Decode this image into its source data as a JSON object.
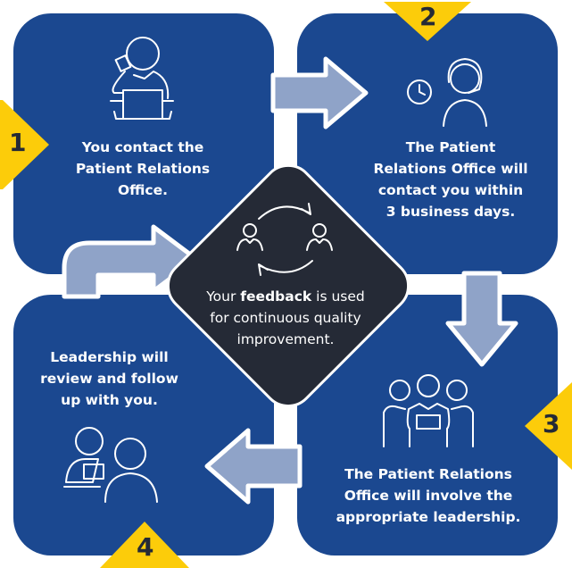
{
  "colors": {
    "box": "#1b4890",
    "center": "#252a36",
    "arrow": "#8fa3c8",
    "badge": "#fccc0a"
  },
  "steps": [
    {
      "number": "1",
      "lines": [
        "You contact the",
        "Patient Relations",
        "Office."
      ],
      "icon": "person-on-phone-with-laptop-icon"
    },
    {
      "number": "2",
      "lines": [
        "The Patient",
        "Relations Office will",
        "contact you within",
        "3 business days."
      ],
      "icon": "clock-and-headset-agent-icon"
    },
    {
      "number": "3",
      "lines": [
        "The Patient Relations",
        "Office will involve the",
        "appropriate leadership."
      ],
      "icon": "group-of-three-people-icon"
    },
    {
      "number": "4",
      "lines": [
        "Leadership will",
        "review and follow",
        "up with you."
      ],
      "icon": "two-people-meeting-icon"
    }
  ],
  "center": {
    "before": "Your ",
    "bold": "feedback",
    "after": " is used",
    "line2": "for continuous quality",
    "line3": "improvement.",
    "icon": "feedback-cycle-icon"
  }
}
